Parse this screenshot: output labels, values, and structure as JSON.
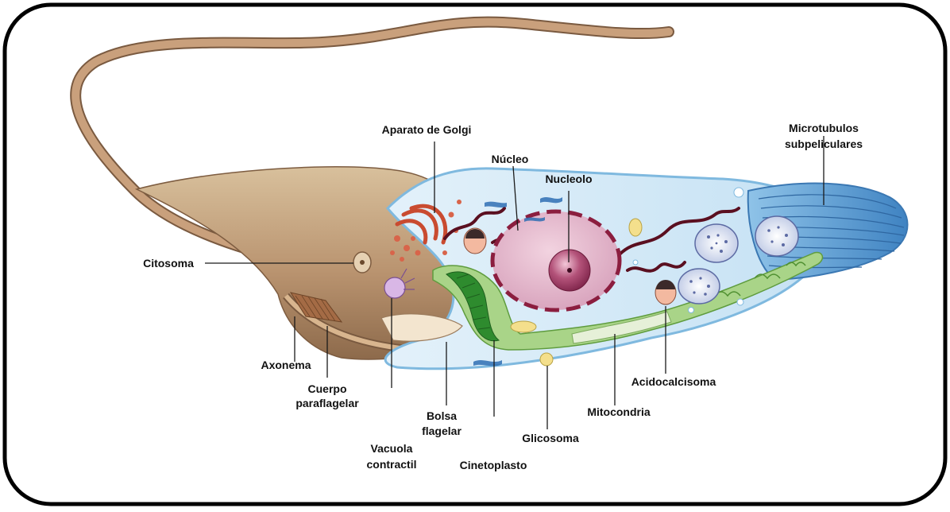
{
  "labels": {
    "microtubulos_1": "Microtubulos",
    "microtubulos_2": "subpeliculares",
    "golgi": "Aparato de Golgi",
    "nucleo": "Núcleo",
    "nucleolo": "Nucleolo",
    "citosoma": "Citosoma",
    "axonema": "Axonema",
    "cuerpo_1": "Cuerpo",
    "cuerpo_2": "paraflagelar",
    "bolsa_1": "Bolsa",
    "bolsa_2": "flagelar",
    "vacuola_1": "Vacuola",
    "vacuola_2": "contractil",
    "glicosoma": "Glicosoma",
    "cinetoplasto": "Cinetoplasto",
    "mitocondria": "Mitocondria",
    "acidocalcisoma": "Acidocalcisoma"
  },
  "colors": {
    "frame": "#000000",
    "body_anterior": "#b08d6b",
    "body_posterior": "#cfe6f5",
    "membrane": "#7fb9df",
    "microtubules": "#4f90c6",
    "flagellum": "#b98e6a",
    "nucleus": "#d9a6bf",
    "nucleus_border": "#8b1e3f",
    "nucleolus": "#a2456a",
    "golgi": "#d2553a",
    "chromatin": "#5a0f20",
    "mitochondria": "#9acb7a",
    "kinetoplast": "#2f8a2f",
    "glycosome": "#f2df8a",
    "acidocalcisome": "#f3b9a0",
    "vacuole": "#c6cfe6"
  }
}
